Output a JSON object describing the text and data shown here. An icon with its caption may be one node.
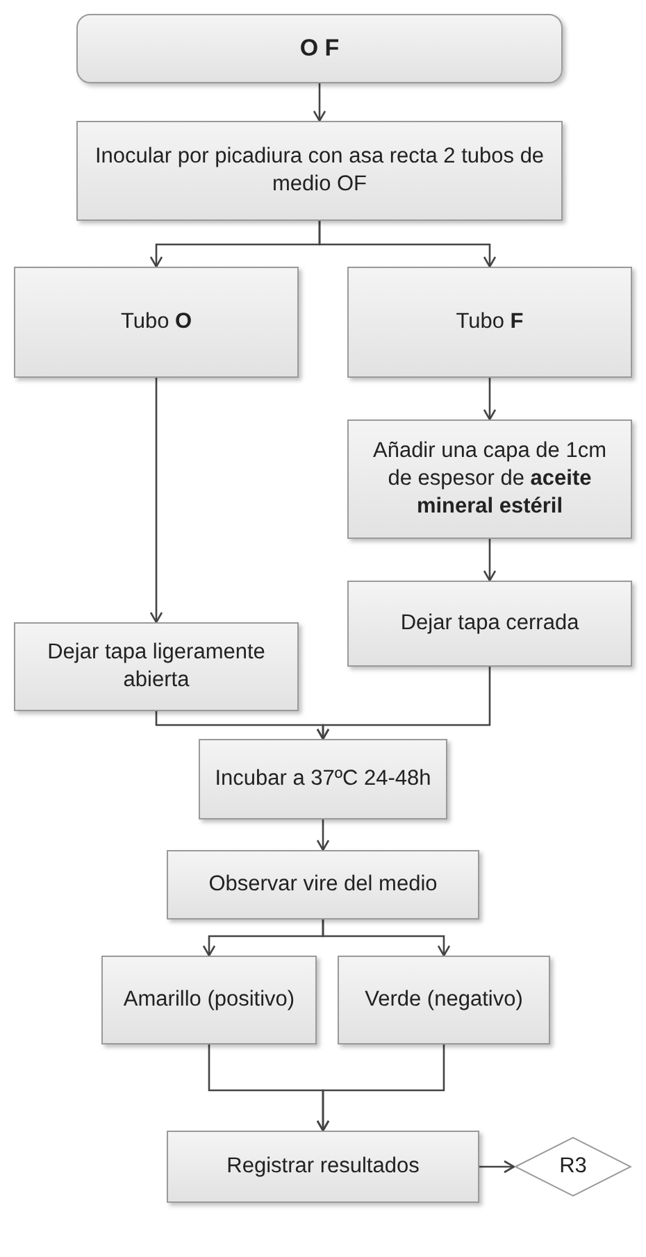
{
  "diagram": {
    "nodes": [
      {
        "text": [
          "O F"
        ]
      },
      {
        "text": [
          "Inocular por picadiura con asa recta 2 tubos de medio OF"
        ]
      },
      {
        "text": [
          "Tubo **O**"
        ]
      },
      {
        "text": [
          "Tubo **F**"
        ]
      },
      {
        "text": [
          "Añadir una capa de 1cm de espesor de **aceite mineral estéril**"
        ]
      },
      {
        "text": [
          "Dejar tapa ligeramente abierta"
        ]
      },
      {
        "text": [
          "Dejar tapa cerrada"
        ]
      },
      {
        "text": [
          "Incubar a 37ºC 24-48h"
        ]
      },
      {
        "text": [
          "Observar vire del medio"
        ]
      },
      {
        "text": [
          "Amarillo (positivo)"
        ]
      },
      {
        "text": [
          "Verde (negativo)"
        ]
      },
      {
        "text": [
          "Registrar resultados"
        ]
      },
      {
        "text": [
          "R3"
        ]
      }
    ],
    "edges": [
      {
        "from": 0,
        "to": 1,
        "arrow": "to"
      },
      {
        "from": 1,
        "to": 2,
        "arrow": "to"
      },
      {
        "from": 1,
        "to": 3,
        "arrow": "to"
      },
      {
        "from": 2,
        "to": 5,
        "arrow": "to"
      },
      {
        "from": 3,
        "to": 4,
        "arrow": "to"
      },
      {
        "from": 4,
        "to": 6,
        "arrow": "to"
      },
      {
        "from": 5,
        "to": 7,
        "arrow": "to"
      },
      {
        "from": 6,
        "to": 7,
        "arrow": "to"
      },
      {
        "from": 7,
        "to": 8,
        "arrow": "to"
      },
      {
        "from": 8,
        "to": 9,
        "arrow": "to"
      },
      {
        "from": 8,
        "to": 10,
        "arrow": "to"
      },
      {
        "from": 9,
        "to": 11,
        "arrow": "to"
      },
      {
        "from": 10,
        "to": 11,
        "arrow": "to"
      },
      {
        "from": 11,
        "to": 12,
        "arrow": "to"
      }
    ]
  }
}
